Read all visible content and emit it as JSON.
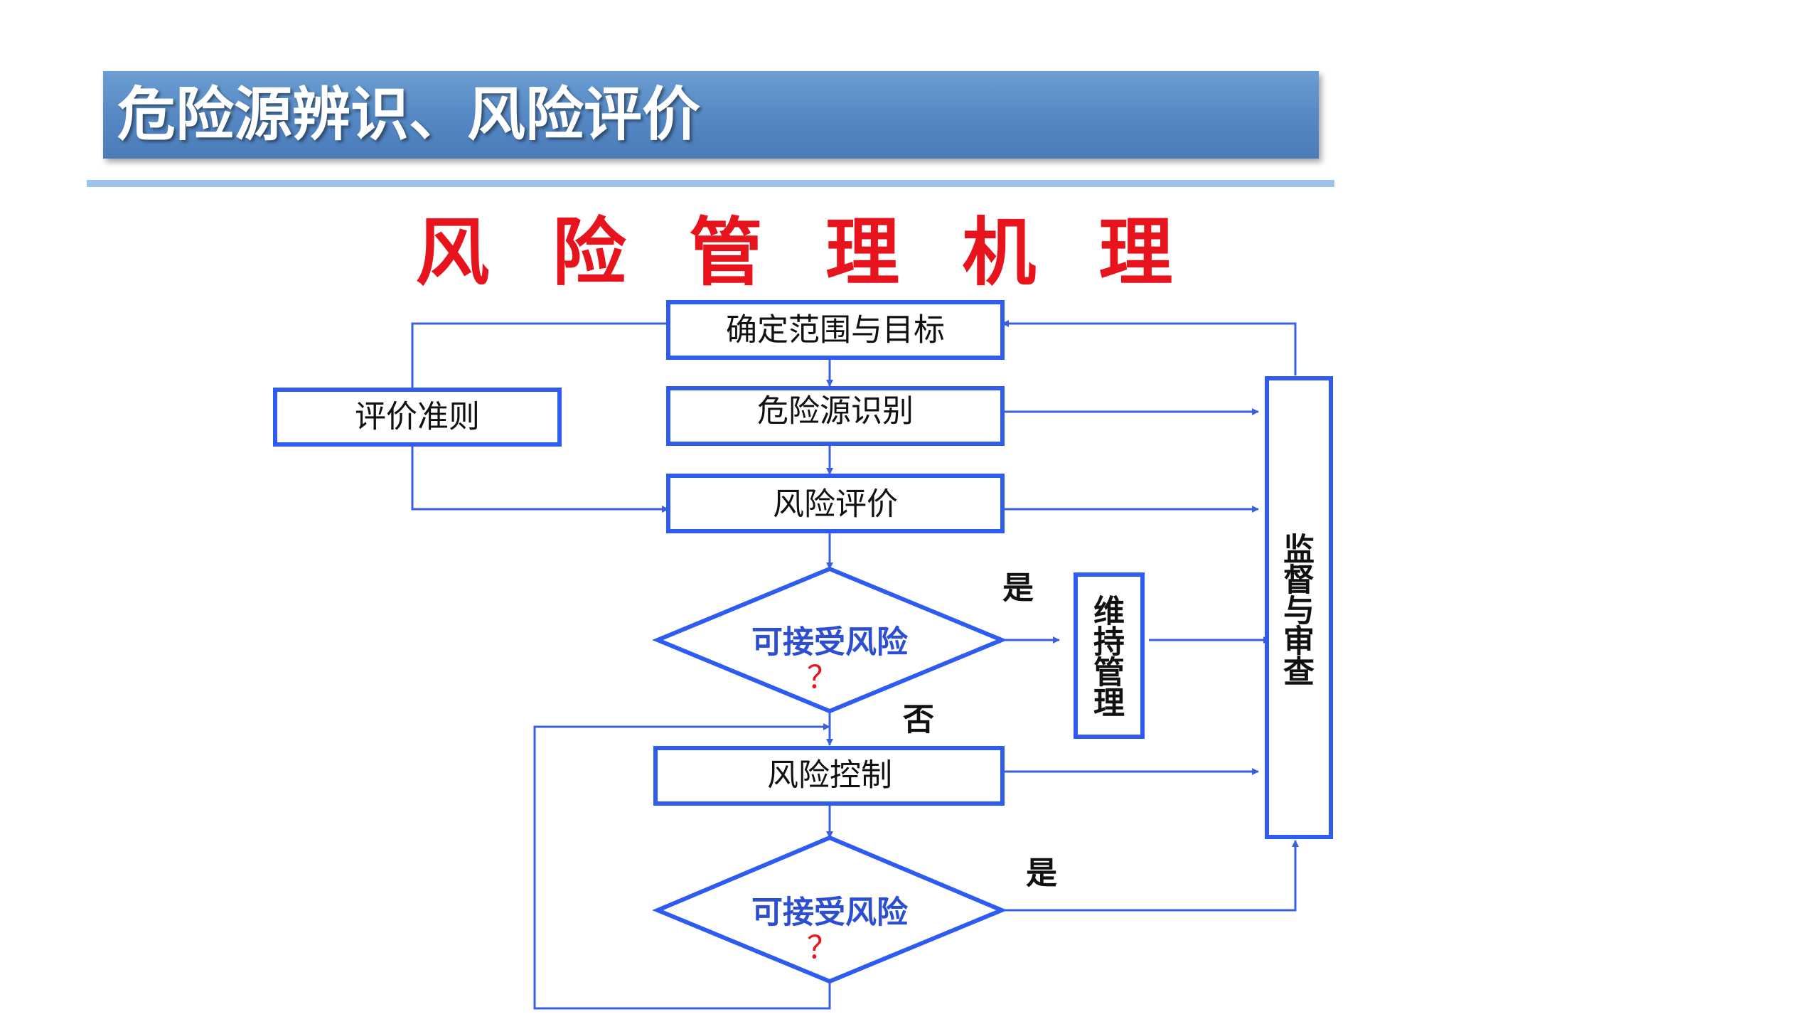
{
  "header": {
    "title": "危险源辨识、风险评价"
  },
  "main_title": "风 险 管 理 机 理",
  "flow": {
    "scope": "确定范围与目标",
    "criteria": "评价准则",
    "hazard_id": "危险源识别",
    "risk_eval": "风险评价",
    "decision1": {
      "label": "可接受风险",
      "mark": "？"
    },
    "maintain": [
      "维",
      "持",
      "管",
      "理"
    ],
    "risk_control": "风险控制",
    "decision2": {
      "label": "可接受风险",
      "mark": "？"
    },
    "monitor": [
      "监",
      "督",
      "与",
      "审",
      "查"
    ],
    "yes_label": "是",
    "no_label": "否"
  },
  "colors": {
    "box_stroke": "#2f5cf0",
    "connector": "#3a60e0",
    "banner": "#5487c3",
    "title_red": "#e8141d"
  }
}
